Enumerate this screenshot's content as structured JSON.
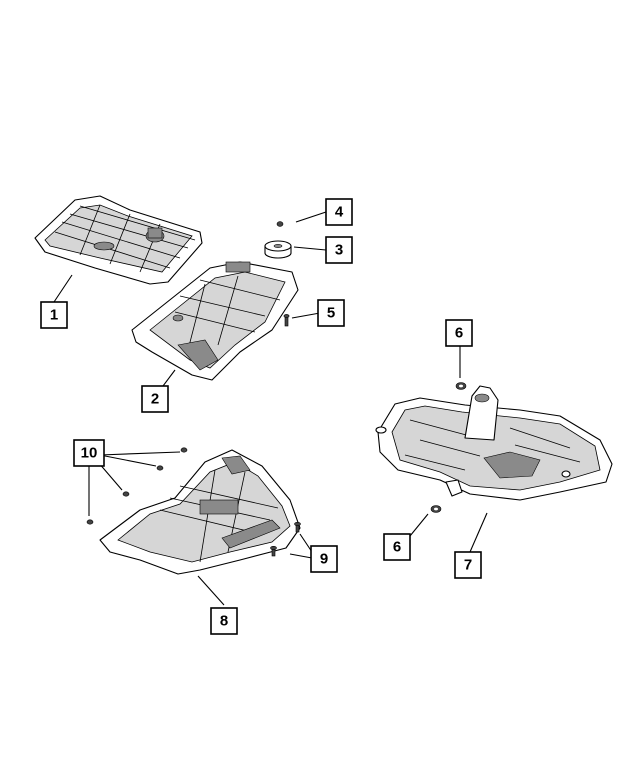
{
  "callouts": [
    {
      "id": "c1",
      "label": "1"
    },
    {
      "id": "c2",
      "label": "2"
    },
    {
      "id": "c3",
      "label": "3"
    },
    {
      "id": "c4",
      "label": "4"
    },
    {
      "id": "c5",
      "label": "5"
    },
    {
      "id": "c6a",
      "label": "6"
    },
    {
      "id": "c6b",
      "label": "6"
    },
    {
      "id": "c7",
      "label": "7"
    },
    {
      "id": "c8",
      "label": "8"
    },
    {
      "id": "c9",
      "label": "9"
    },
    {
      "id": "c10",
      "label": "10"
    }
  ]
}
